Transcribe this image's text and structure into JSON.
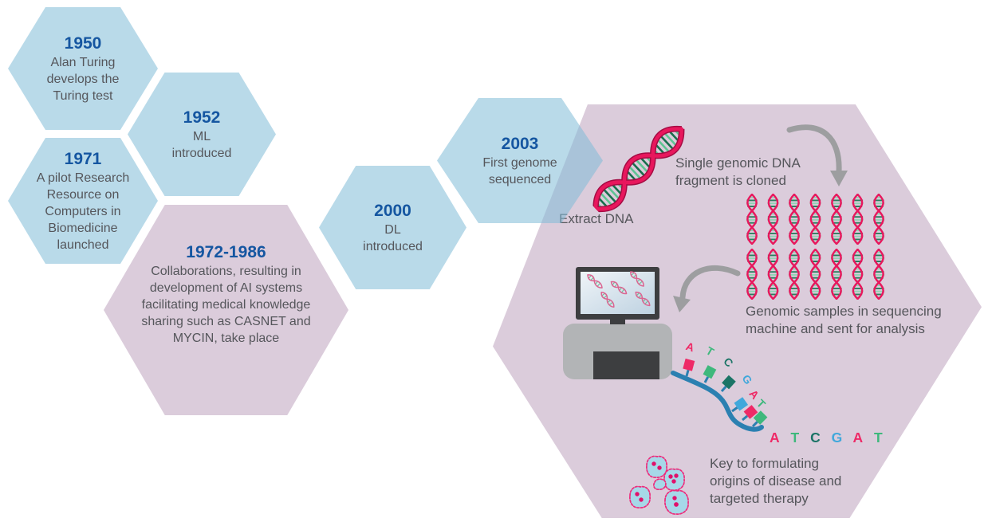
{
  "title": "Timeline of AI and genomics milestones",
  "palette": {
    "hex_blue_fill": "rgba(127,188,215,0.55)",
    "hex_blue_on_white": "#b8dbea",
    "hex_purple_fill": "#dbccdb",
    "year_text": "#1556a1",
    "body_text": "#55565b",
    "arrow_gray": "#9d9ea0",
    "dna_pink": "#e8175d",
    "dna_pink_dark": "#a50c44",
    "dna_green_light": "#5ec493",
    "dna_green_dark": "#17704d",
    "strand_blue": "#2b80b1",
    "cell_fill": "#a6d8e8",
    "cell_outline": "#ee2a7b",
    "machine_gray": "#b2b4b6",
    "machine_dark": "#3d3e40",
    "base_colors": {
      "A": "#ee2a67",
      "T": "#3eb87c",
      "C": "#1b7466",
      "G": "#41a8db"
    }
  },
  "hexagons": [
    {
      "year": "1950",
      "text": "Alan Turing\ndevelops the\nTuring test"
    },
    {
      "year": "1952",
      "text": "ML\nintroduced"
    },
    {
      "year": "1971",
      "text": "A pilot Research\nResource on\nComputers in\nBiomedicine\nlaunched"
    },
    {
      "year": "1972-1986",
      "text": "Collaborations, resulting in\ndevelopment of AI systems\nfacilitating medical knowledge\nsharing such as CASNET and\nMYCIN, take place"
    },
    {
      "year": "2000",
      "text": "DL\nintroduced"
    },
    {
      "year": "2003",
      "text": "First genome\nsequenced"
    }
  ],
  "genome_panel": {
    "extract_label": "Extract DNA",
    "cloned_label": "Single genomic DNA\nfragment is cloned",
    "sequencing_label": "Genomic samples in sequencing\nmachine and sent for analysis",
    "key_label": "Key to formulating\norigins of disease and\ntargeted therapy",
    "strand_letters": [
      "A",
      "T",
      "C",
      "G",
      "A",
      "T"
    ],
    "sequence_row": [
      "A",
      "T",
      "C",
      "G",
      "A",
      "T"
    ]
  }
}
